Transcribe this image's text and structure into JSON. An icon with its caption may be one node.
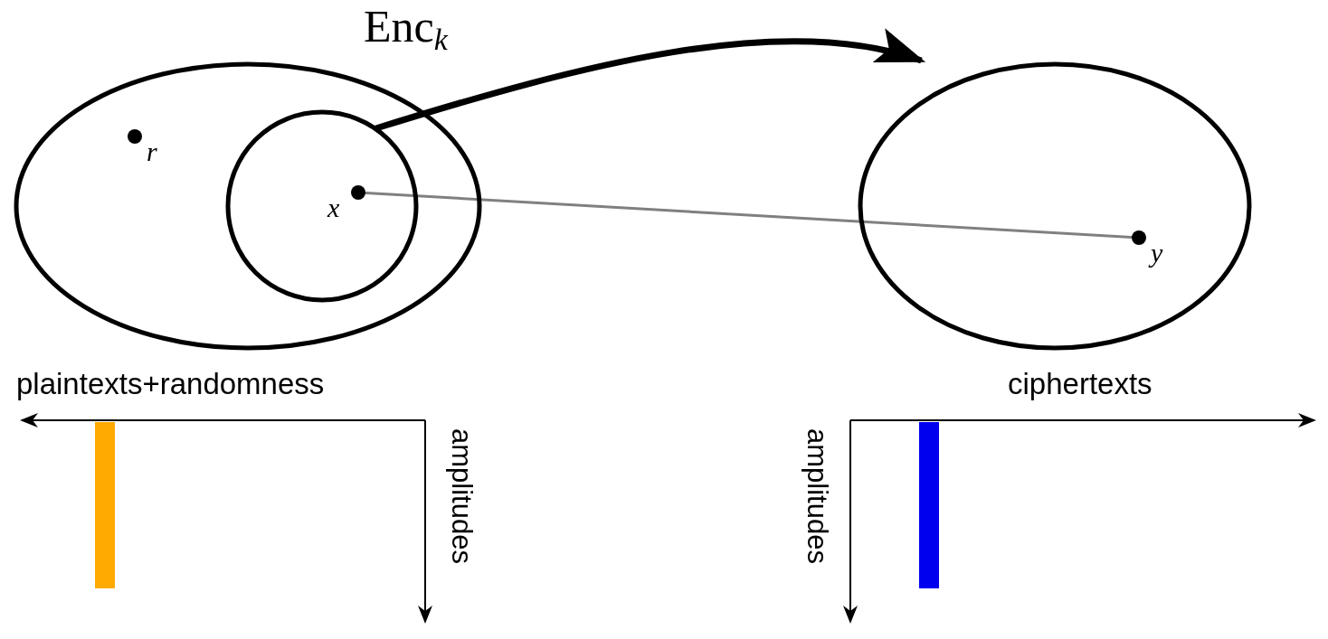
{
  "diagram": {
    "nodes": [
      {
        "text": [],
        "shape": "ellipse"
      },
      {
        "text": [
          "r"
        ],
        "in": 0
      },
      {
        "text": [],
        "shape": "circle",
        "in": 0
      },
      {
        "text": [
          "x"
        ],
        "in": 2
      },
      {
        "text": [],
        "shape": "ellipse"
      },
      {
        "text": [
          "y"
        ],
        "in": 4
      },
      {
        "text": [],
        "shape": "bar"
      },
      {
        "text": [],
        "shape": "bar"
      }
    ],
    "edges": [
      {
        "from": 2,
        "to": 4,
        "arrow": "to",
        "label": "Enc$_{k}$",
        "style": "thick"
      },
      {
        "from": 3,
        "to": 5,
        "arrow": "none",
        "color": "#808080"
      }
    ],
    "labels": [
      "plaintexts+randomness",
      "amplitudes",
      "ciphertexts",
      "amplitudes"
    ]
  }
}
